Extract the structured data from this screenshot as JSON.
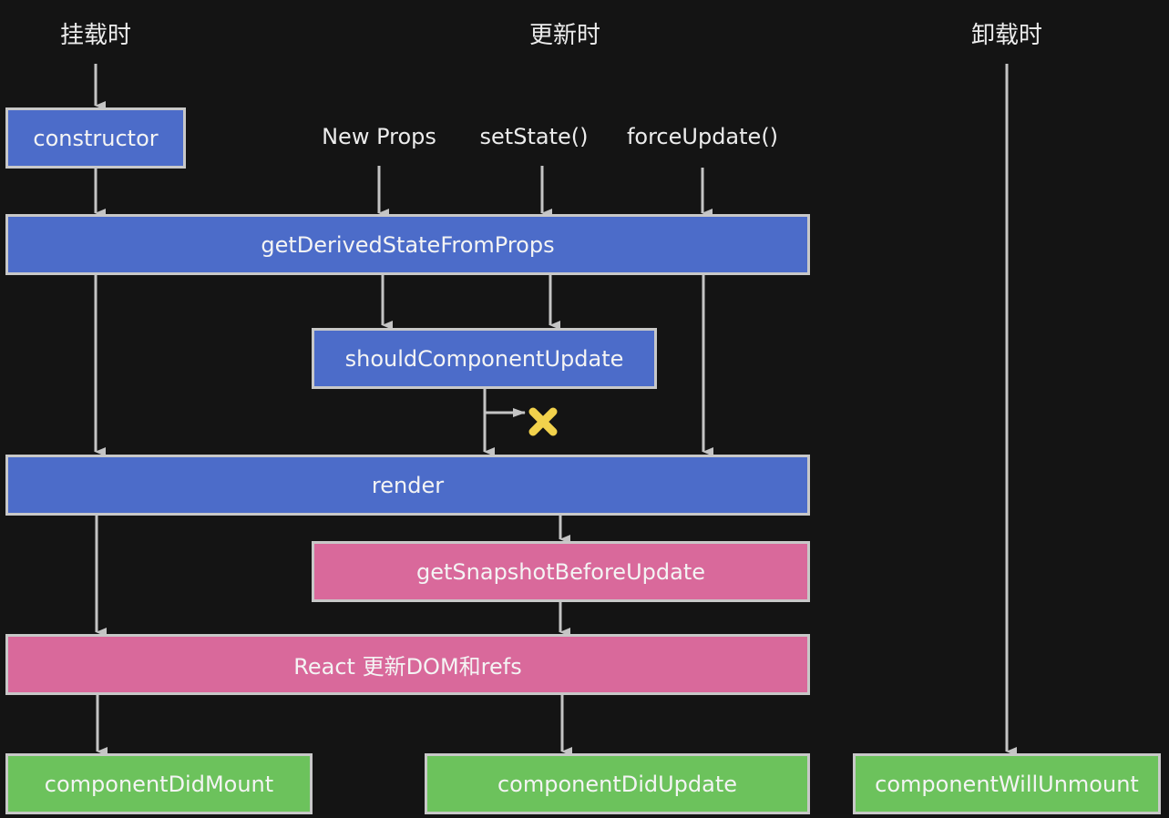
{
  "phases": {
    "mount": "挂载时",
    "update": "更新时",
    "unmount": "卸载时"
  },
  "triggers": {
    "new_props": "New Props",
    "set_state": "setState()",
    "force_update": "forceUpdate()"
  },
  "nodes": {
    "constructor": "constructor",
    "get_derived_state_from_props": "getDerivedStateFromProps",
    "should_component_update": "shouldComponentUpdate",
    "render": "render",
    "get_snapshot_before_update": "getSnapshotBeforeUpdate",
    "react_updates_dom": "React 更新DOM和refs",
    "component_did_mount": "componentDidMount",
    "component_did_update": "componentDidUpdate",
    "component_will_unmount": "componentWillUnmount"
  },
  "icons": {
    "abort": "x-mark-icon"
  },
  "colors": {
    "background": "#141414",
    "render_phase": "#4c6cc9",
    "pre_commit_phase": "#d9699b",
    "commit_phase": "#6cc25c",
    "arrow": "#c4c4c4",
    "abort": "#f2d24c"
  }
}
